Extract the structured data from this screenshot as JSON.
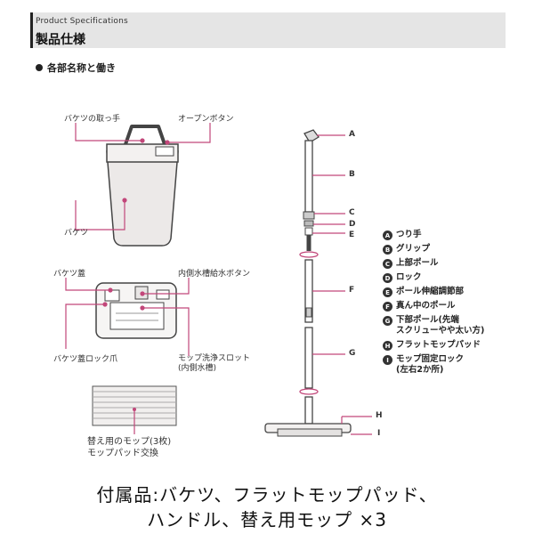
{
  "header": {
    "subtitle": "Product Specifications",
    "title": "製品仕様"
  },
  "section": {
    "title": "各部名称と働き"
  },
  "bucket_labels": {
    "handle": "バケツの取っ手",
    "open_button": "オープンボタン",
    "bucket": "バケツ"
  },
  "lid_labels": {
    "lid": "バケツ蓋",
    "water_button": "内側水槽給水ボタン",
    "lid_lock": "バケツ蓋ロック爪",
    "slot": "モップ洗浄スロット\n(内側水槽)"
  },
  "pad_label": "替え用のモップ(3枚)\nモップパッド交換",
  "mop_letters": [
    "A",
    "B",
    "C",
    "D",
    "E",
    "F",
    "G",
    "H",
    "I"
  ],
  "legend": [
    {
      "key": "A",
      "text": "つり手"
    },
    {
      "key": "B",
      "text": "グリップ"
    },
    {
      "key": "C",
      "text": "上部ポール"
    },
    {
      "key": "D",
      "text": "ロック"
    },
    {
      "key": "E",
      "text": "ポール伸縮調節部"
    },
    {
      "key": "F",
      "text": "真ん中のポール"
    },
    {
      "key": "G",
      "text": "下部ポール(先端\nスクリューやや太い方)"
    },
    {
      "key": "H",
      "text": "フラットモップパッド"
    },
    {
      "key": "I",
      "text": "モップ固定ロック\n(左右2か所)"
    }
  ],
  "caption": {
    "line1": "付属品:バケツ、フラットモップパッド、",
    "line2": "ハンドル、替え用モップ ×3"
  },
  "colors": {
    "accent": "#c2477a",
    "header_bg": "#e5e5e5",
    "bucket_fill": "#ece9e8"
  }
}
